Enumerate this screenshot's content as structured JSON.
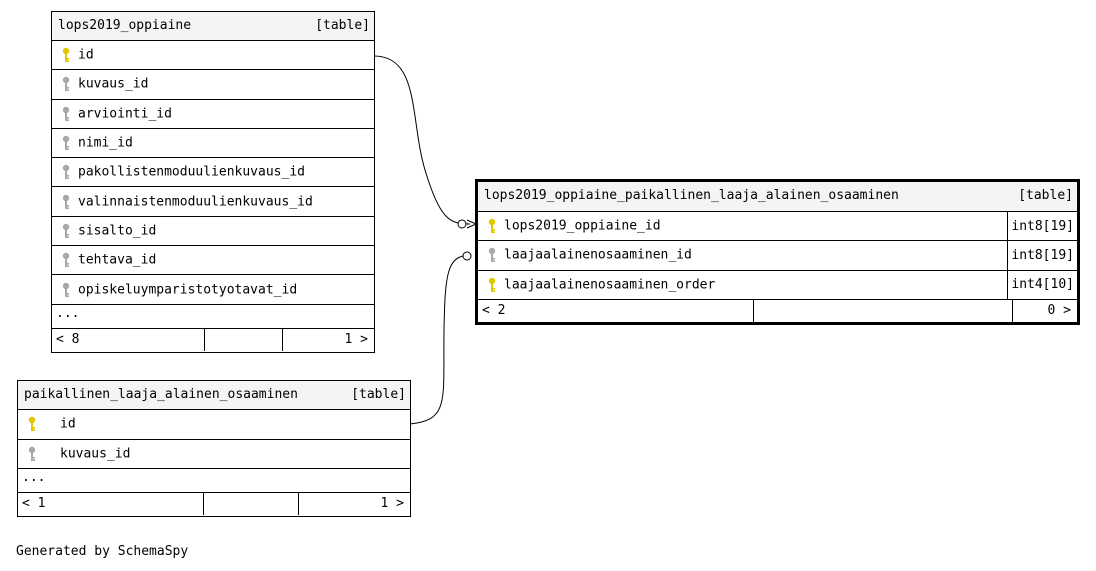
{
  "tables": {
    "oppiaine": {
      "name": "lops2019_oppiaine",
      "kind": "[table]",
      "columns": [
        {
          "name": "id",
          "key": "primary"
        },
        {
          "name": "kuvaus_id",
          "key": "foreign"
        },
        {
          "name": "arviointi_id",
          "key": "foreign"
        },
        {
          "name": "nimi_id",
          "key": "foreign"
        },
        {
          "name": "pakollistenmoduulienkuvaus_id",
          "key": "foreign"
        },
        {
          "name": "valinnaistenmoduulienkuvaus_id",
          "key": "foreign"
        },
        {
          "name": "sisalto_id",
          "key": "foreign"
        },
        {
          "name": "tehtava_id",
          "key": "foreign"
        },
        {
          "name": "opiskeluymparistotyotavat_id",
          "key": "foreign"
        }
      ],
      "more": "...",
      "footer_left": "< 8",
      "footer_right": "1 >"
    },
    "junction": {
      "name": "lops2019_oppiaine_paikallinen_laaja_alainen_osaaminen",
      "kind": "[table]",
      "columns": [
        {
          "name": "lops2019_oppiaine_id",
          "key": "primary",
          "type": "int8[19]"
        },
        {
          "name": "laajaalainenosaaminen_id",
          "key": "foreign",
          "type": "int8[19]"
        },
        {
          "name": "laajaalainenosaaminen_order",
          "key": "primary",
          "type": "int4[10]"
        }
      ],
      "footer_left": "< 2",
      "footer_right": "0 >"
    },
    "paikallinen": {
      "name": "paikallinen_laaja_alainen_osaaminen",
      "kind": "[table]",
      "columns": [
        {
          "name": "id",
          "key": "primary"
        },
        {
          "name": "kuvaus_id",
          "key": "foreign"
        }
      ],
      "more": "...",
      "footer_left": "< 1",
      "footer_right": "1 >"
    }
  },
  "colors": {
    "primary_key": "#e0c800",
    "foreign_key": "#a8a8a8",
    "header_bg": "#f4f4f4"
  },
  "footer": "Generated by SchemaSpy"
}
